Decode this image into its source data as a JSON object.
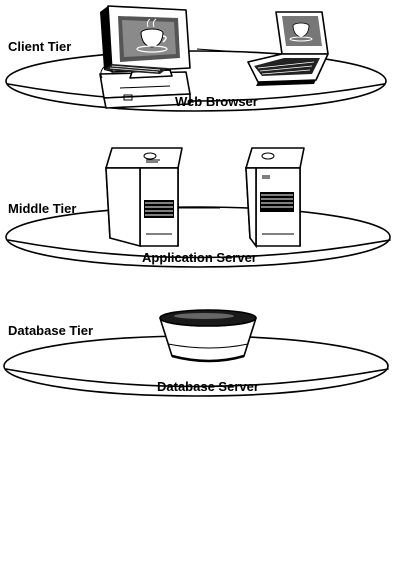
{
  "tiers": [
    {
      "name": "Client Tier",
      "caption": "Web Browser"
    },
    {
      "name": "Middle Tier",
      "caption": "Application Server"
    },
    {
      "name": "Database Tier",
      "caption": "Database Server"
    }
  ],
  "icons": [
    "desktop-computer-icon",
    "laptop-icon",
    "server-tower-icon",
    "database-cylinder-icon"
  ]
}
